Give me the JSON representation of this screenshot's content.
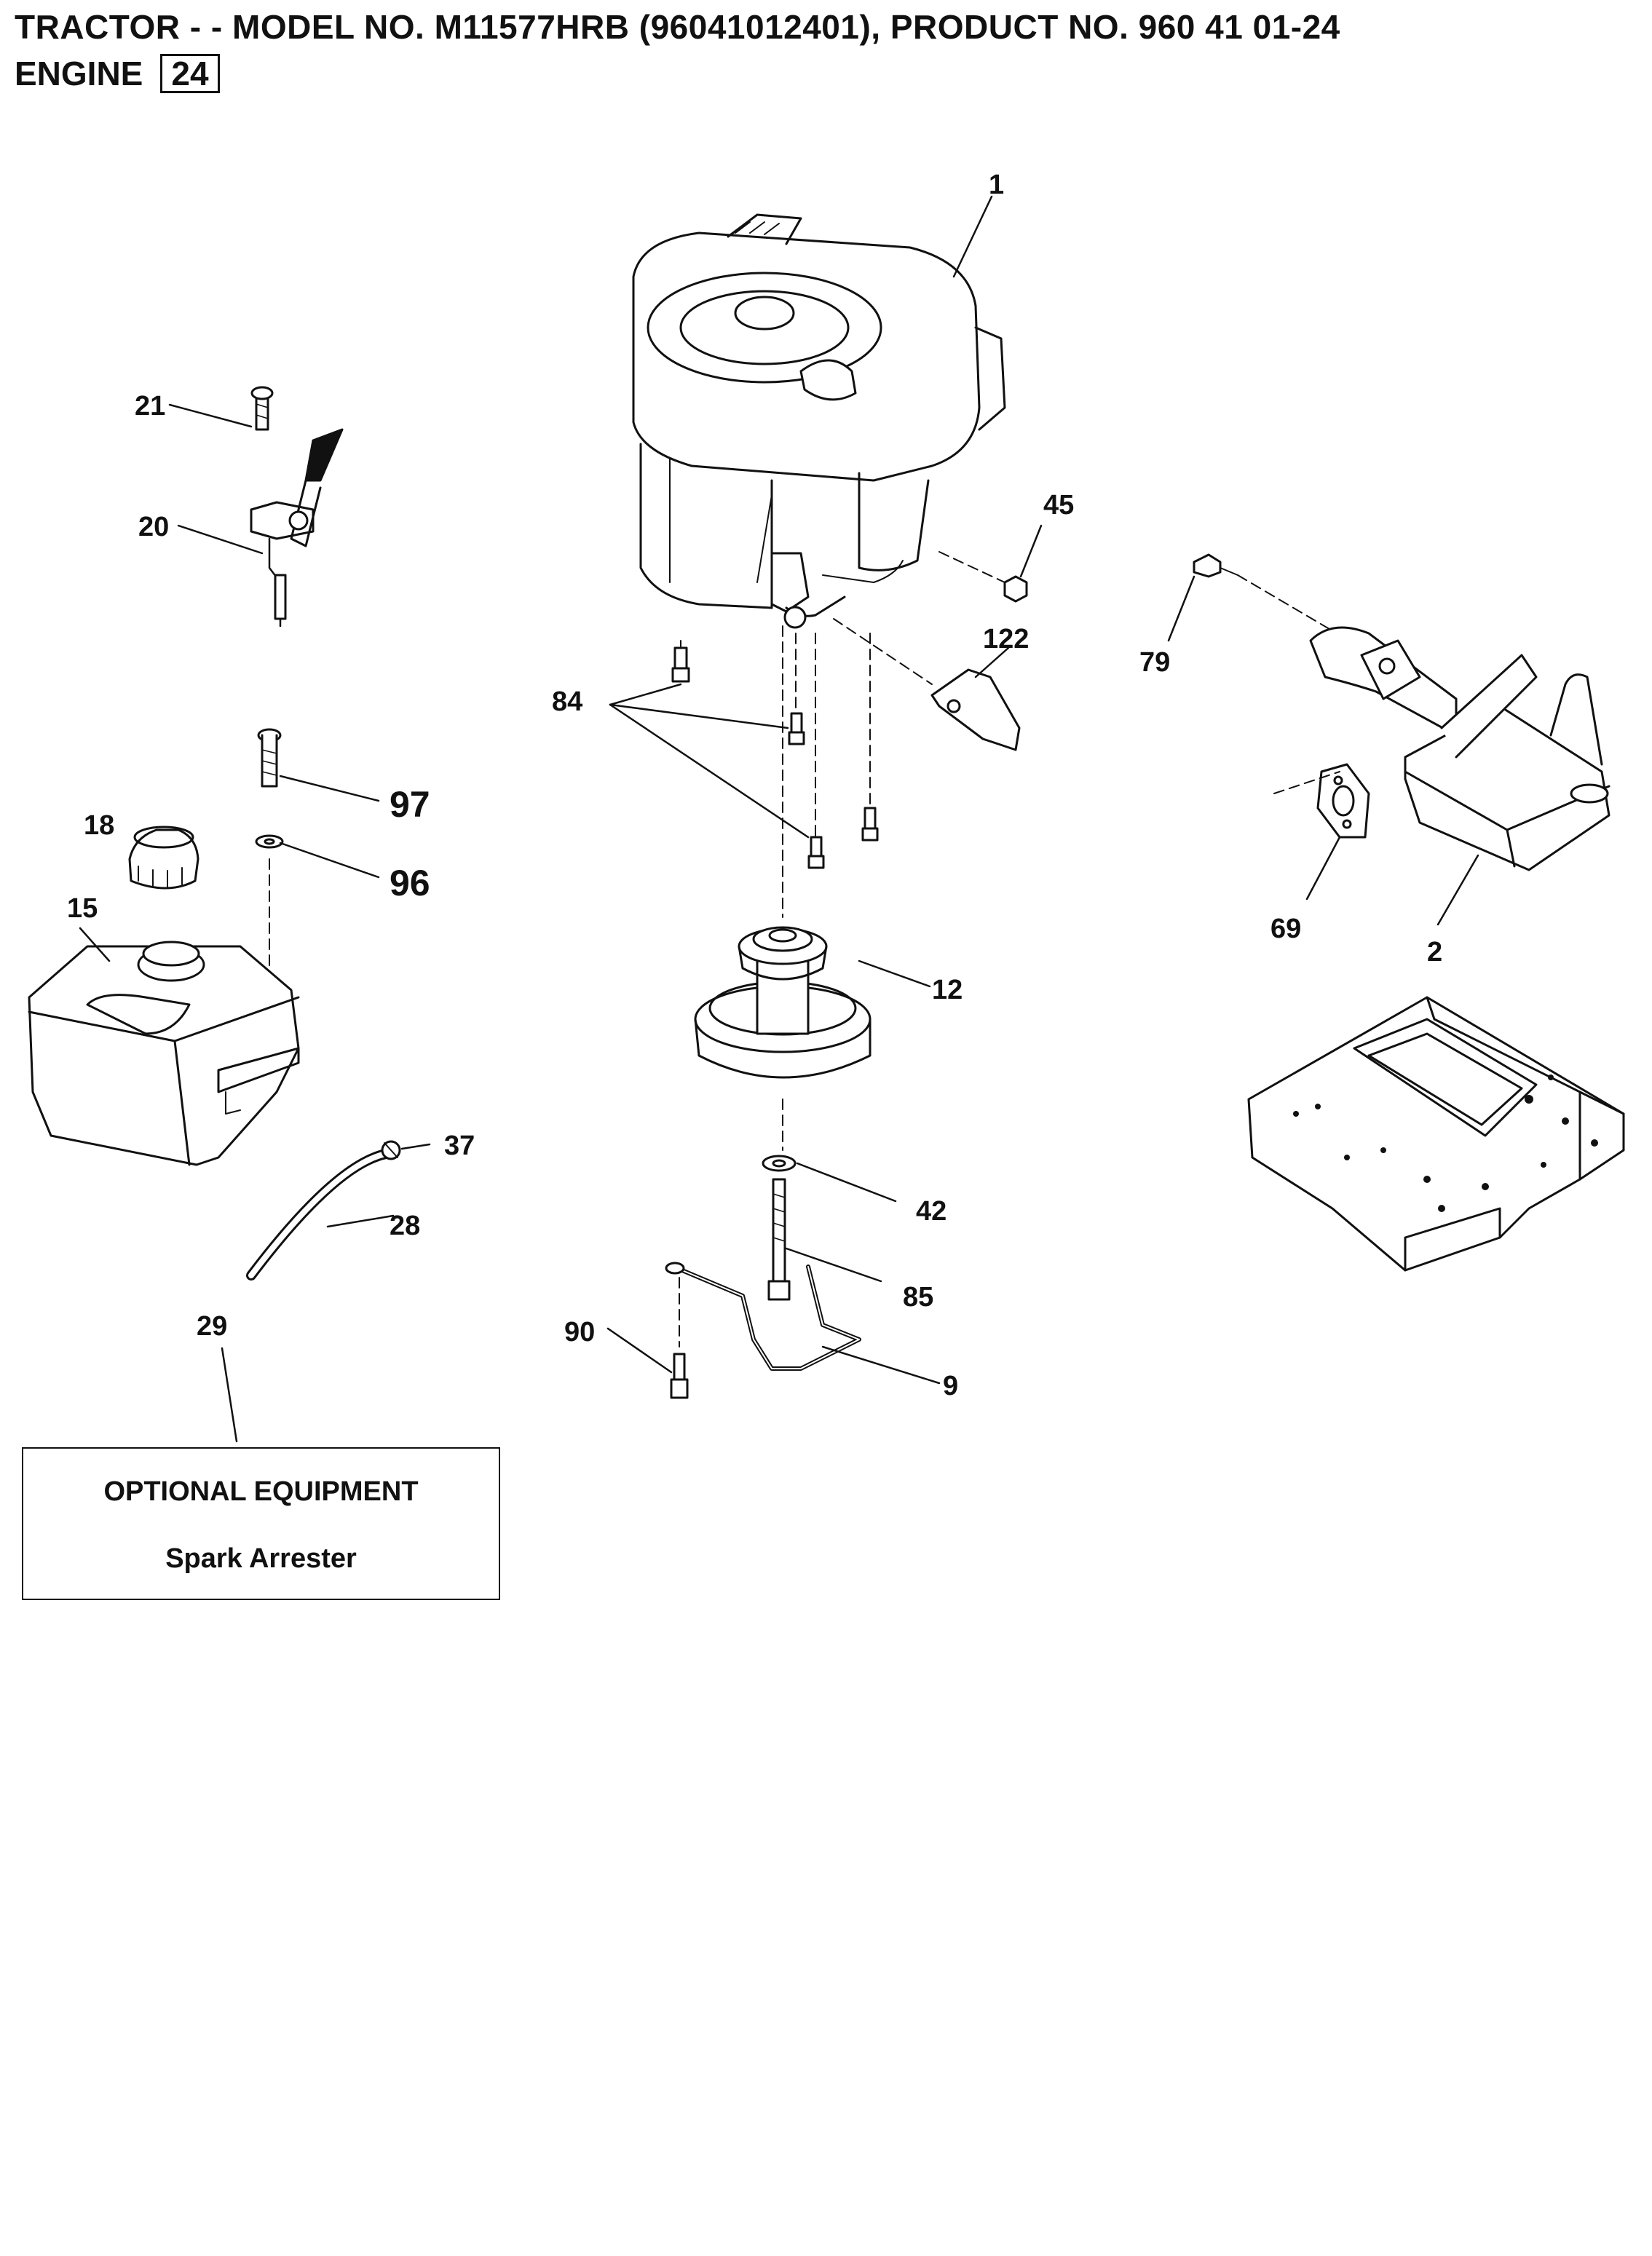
{
  "header": {
    "title": "TRACTOR - - MODEL NO. M11577HRB  (96041012401), PRODUCT NO. 960 41 01-24",
    "section_name": "ENGINE",
    "section_number": "24"
  },
  "callouts": {
    "c1": "1",
    "c2": "2",
    "c9": "9",
    "c12": "12",
    "c15": "15",
    "c18": "18",
    "c20": "20",
    "c21": "21",
    "c28": "28",
    "c29": "29",
    "c37": "37",
    "c42": "42",
    "c45": "45",
    "c69": "69",
    "c79": "79",
    "c84": "84",
    "c85": "85",
    "c90": "90",
    "c96": "96",
    "c97": "97",
    "c122": "122"
  },
  "optional_equipment": {
    "title": "OPTIONAL EQUIPMENT",
    "item": "Spark Arrester"
  }
}
